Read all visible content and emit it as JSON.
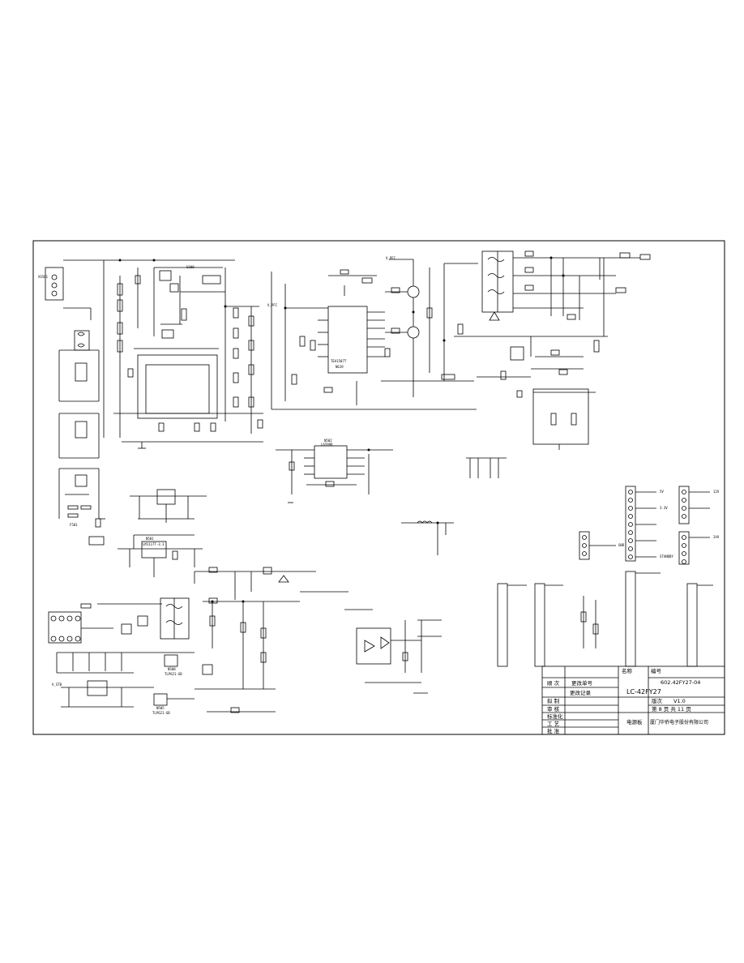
{
  "title_block": {
    "name_label": "名称",
    "number_label": "编号",
    "number_value": "602.42FY27-04",
    "sequence_label": "顺  次",
    "change_no_label": "更改单号",
    "change_record_label": "更改记录",
    "model": "LC-42FY27",
    "version_label": "版次",
    "version_value": "V1.0",
    "page_label": "第 8 页  共 11 页",
    "board_name": "电源板",
    "company": "厦门华侨电子股份有限公司",
    "row_labels": [
      "拟  制",
      "审  核",
      "标准化",
      "工  艺",
      "批  准"
    ]
  },
  "component_labels": {
    "ic_main": "TEA1507T",
    "ic_main_sub": "N619",
    "ic_upper_left": "U300",
    "ic_pfc_label": "V_PFC",
    "ic_bottom_mid": "N502",
    "ic_bottom_mid_part": "L6599D",
    "ic_regulator": "N501",
    "ic_regulator_part": "LM1117T-3.3",
    "optocoupler_1": "N508",
    "optocoupler_1_part": "TLP621-GB",
    "optocoupler_2": "N505",
    "optocoupler_2_part": "TLP621-GB",
    "connector_left": "XS501",
    "fuse": "F501",
    "rail_labels": [
      "5V",
      "3.3V",
      "12V",
      "24V",
      "V_STB",
      "V_PFC",
      "STANDBY",
      "GND"
    ]
  }
}
